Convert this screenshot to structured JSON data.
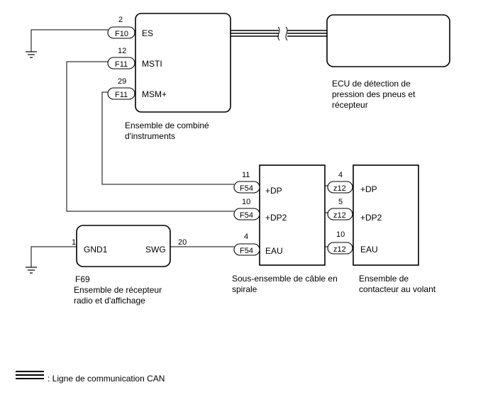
{
  "combination_meter": {
    "caption_line1": "Ensemble de combiné",
    "caption_line2": "d'instruments",
    "pins": [
      {
        "connector": "F10",
        "pin": "2",
        "terminal": "ES"
      },
      {
        "connector": "F11",
        "pin": "12",
        "terminal": "MSTI"
      },
      {
        "connector": "F11",
        "pin": "29",
        "terminal": "MSM+"
      }
    ]
  },
  "tpms_ecu": {
    "caption_line1": "ECU de détection de",
    "caption_line2": "pression des pneus et",
    "caption_line3": "récepteur"
  },
  "radio": {
    "connector_code": "F69",
    "caption_line1": "Ensemble de récepteur",
    "caption_line2": "radio et d'affichage",
    "left_pin": {
      "pin": "1",
      "terminal": "GND1"
    },
    "right_pin": {
      "pin": "20",
      "terminal": "SWG"
    }
  },
  "spiral_cable": {
    "caption_line1": "Sous-ensemble de câble en",
    "caption_line2": "spirale",
    "pins": [
      {
        "connector": "F54",
        "pin": "11",
        "terminal": "+DP"
      },
      {
        "connector": "F54",
        "pin": "10",
        "terminal": "+DP2"
      },
      {
        "connector": "F54",
        "pin": "4",
        "terminal": "EAU"
      }
    ],
    "right_pins": [
      {
        "connector": "z12",
        "pin": "4"
      },
      {
        "connector": "z12",
        "pin": "5"
      },
      {
        "connector": "z12",
        "pin": "10"
      }
    ]
  },
  "steering_switch": {
    "caption_line1": "Ensemble de",
    "caption_line2": "contacteur au volant",
    "terminals": [
      "+DP",
      "+DP2",
      "EAU"
    ]
  },
  "legend": {
    "text": ": Ligne de communication CAN"
  }
}
